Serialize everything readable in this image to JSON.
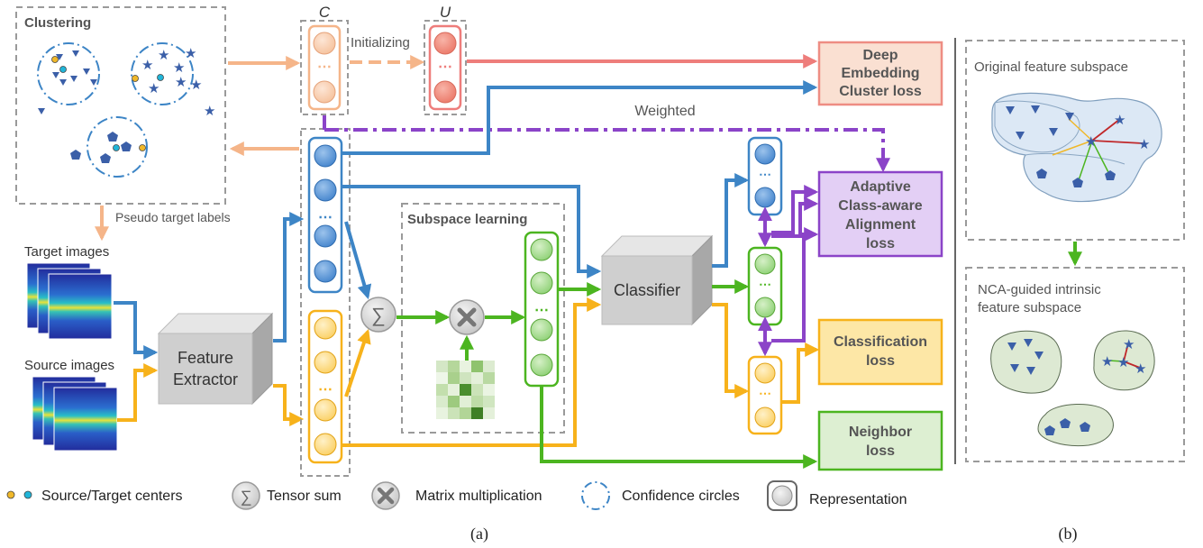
{
  "panel_a": {
    "caption": "(a)",
    "clustering_title": "Clustering",
    "pseudo_labels": "Pseudo target labels",
    "target_images": "Target images",
    "source_images": "Source images",
    "feature_extractor": [
      "Feature",
      "Extractor"
    ],
    "c_label": "C",
    "u_label": "U",
    "initializing": "Initializing",
    "weighted": "Weighted",
    "subspace_title": "Subspace learning",
    "classifier": "Classifier",
    "sum_symbol": "∑",
    "dots": "⋯",
    "losses": {
      "dec": [
        "Deep",
        "Embedding",
        "Cluster loss"
      ],
      "acaa": [
        "Adaptive",
        "Class-aware",
        "Alignment",
        "loss"
      ],
      "cls": [
        "Classification",
        "loss"
      ],
      "nb": [
        "Neighbor",
        "loss"
      ]
    },
    "legend": {
      "centers": "Source/Target centers",
      "tensor_sum": "Tensor sum",
      "matmul": "Matrix multiplication",
      "confidence": "Confidence circles",
      "representation": "Representation"
    }
  },
  "panel_b": {
    "caption": "(b)",
    "original": "Original feature subspace",
    "nca": [
      "NCA-guided intrinsic",
      "feature subspace"
    ]
  },
  "colors": {
    "orange": "#f5b589",
    "red": "#ee7d7b",
    "blue": "#3d85c6",
    "purple": "#8b44c8",
    "yellow": "#f7b21b",
    "green": "#4cb520",
    "dark_blue": "#2f5da3"
  }
}
